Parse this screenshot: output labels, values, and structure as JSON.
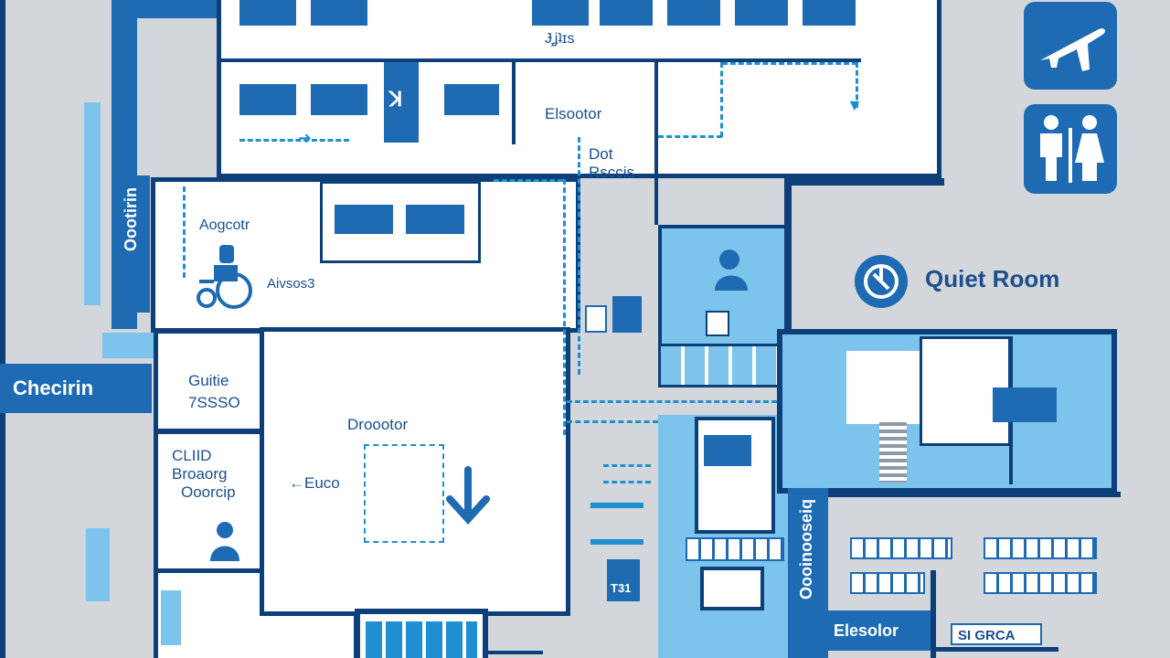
{
  "floor": {
    "top_label": "Ɉ̧ʝʇɪs",
    "junction_label": "Elsootor",
    "dot_label_line1": "Dot",
    "dot_label_line2": "Rsccis",
    "left_room_label": "Aogcotr",
    "wheel_room_label": "Aivsos3",
    "guide_line1": "Guitie",
    "guide_line2": "7SSSO",
    "left_text_line1": "CLIID",
    "left_text_line2": "Broaorg",
    "left_text_line3": "Ooorcip",
    "euco_label": "Euco",
    "center_label": "Droootor",
    "vertical_left_label": "Oootirin",
    "vertical_right_label": "Oooinooseiq",
    "small_sign_label": "T31",
    "sign_code": "SI GRCA"
  },
  "checkin": {
    "label": "Checirin"
  },
  "elevator": {
    "label": "Elesolor"
  },
  "legend": {
    "quiet_room_label": "Quiet Room",
    "icons": [
      "airplane-icon",
      "restroom-icon",
      "quiet-room-icon"
    ]
  },
  "colors": {
    "dark_blue": "#0d3f7a",
    "mid_blue": "#1e6bb3",
    "light_blue": "#7cc4ec",
    "background": "#d3d6da"
  }
}
